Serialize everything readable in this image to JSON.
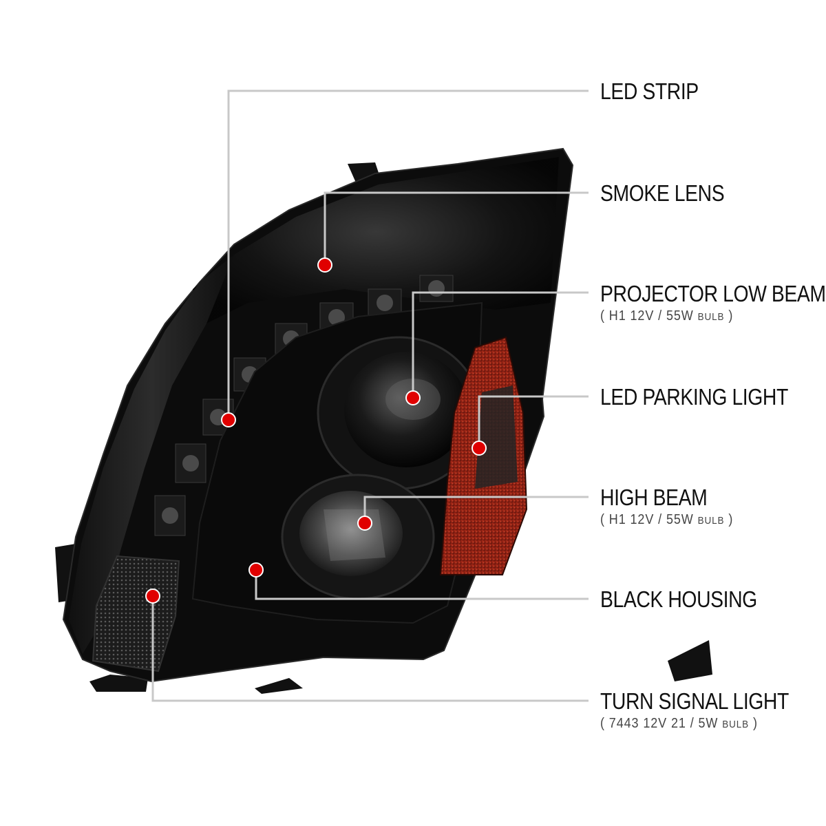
{
  "colors": {
    "leader_line": "#c8c8c8",
    "marker": "#e00000",
    "housing": "#0c0c0c",
    "amber_reflector": "#8c1d12"
  },
  "callouts": [
    {
      "id": "led-strip",
      "title": "LED STRIP",
      "spec": null
    },
    {
      "id": "smoke-lens",
      "title": "SMOKE LENS",
      "spec": null
    },
    {
      "id": "projector-low-beam",
      "title": "PROJECTOR LOW BEAM",
      "spec": {
        "open": "(",
        "text": "H1  12V / 55W",
        "unit": "BULB",
        "close": ")"
      }
    },
    {
      "id": "led-parking-light",
      "title": "LED PARKING LIGHT",
      "spec": null
    },
    {
      "id": "high-beam",
      "title": "HIGH BEAM",
      "spec": {
        "open": "(",
        "text": "H1  12V / 55W",
        "unit": "BULB",
        "close": ")"
      }
    },
    {
      "id": "black-housing",
      "title": "BLACK HOUSING",
      "spec": null
    },
    {
      "id": "turn-signal-light",
      "title": "TURN SIGNAL LIGHT",
      "spec": {
        "open": "(",
        "text": "7443  12V  21 / 5W",
        "unit": "BULB",
        "close": ")"
      }
    }
  ]
}
